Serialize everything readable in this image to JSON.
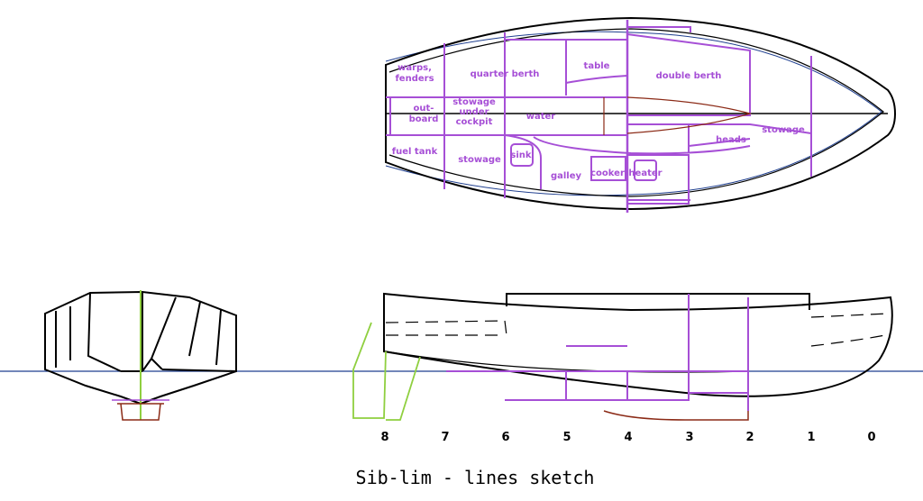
{
  "title": "Sib-lim - lines sketch",
  "stations": [
    "8",
    "7",
    "6",
    "5",
    "4",
    "3",
    "2",
    "1",
    "0"
  ],
  "plan_labels": {
    "warps_fenders_1": "warps,",
    "warps_fenders_2": "fenders",
    "quarter_berth": "quarter berth",
    "table": "table",
    "double_berth": "double berth",
    "outboard_1": "out-",
    "outboard_2": "board",
    "stowage_cockpit_1": "stowage",
    "stowage_cockpit_2": "under",
    "stowage_cockpit_3": "cockpit",
    "water": "water",
    "heads": "heads",
    "stowage_bow": "stowage",
    "fuel_tank": "fuel tank",
    "stowage_aft": "stowage",
    "sink": "sink",
    "galley": "galley",
    "cooker": "cooker",
    "heater": "heater"
  },
  "colors": {
    "hull": "#000000",
    "accommodation": "#a64fd6",
    "waterline": "#1f3f8f",
    "rudder": "#8fcf3f",
    "keel": "#8b2a16"
  }
}
